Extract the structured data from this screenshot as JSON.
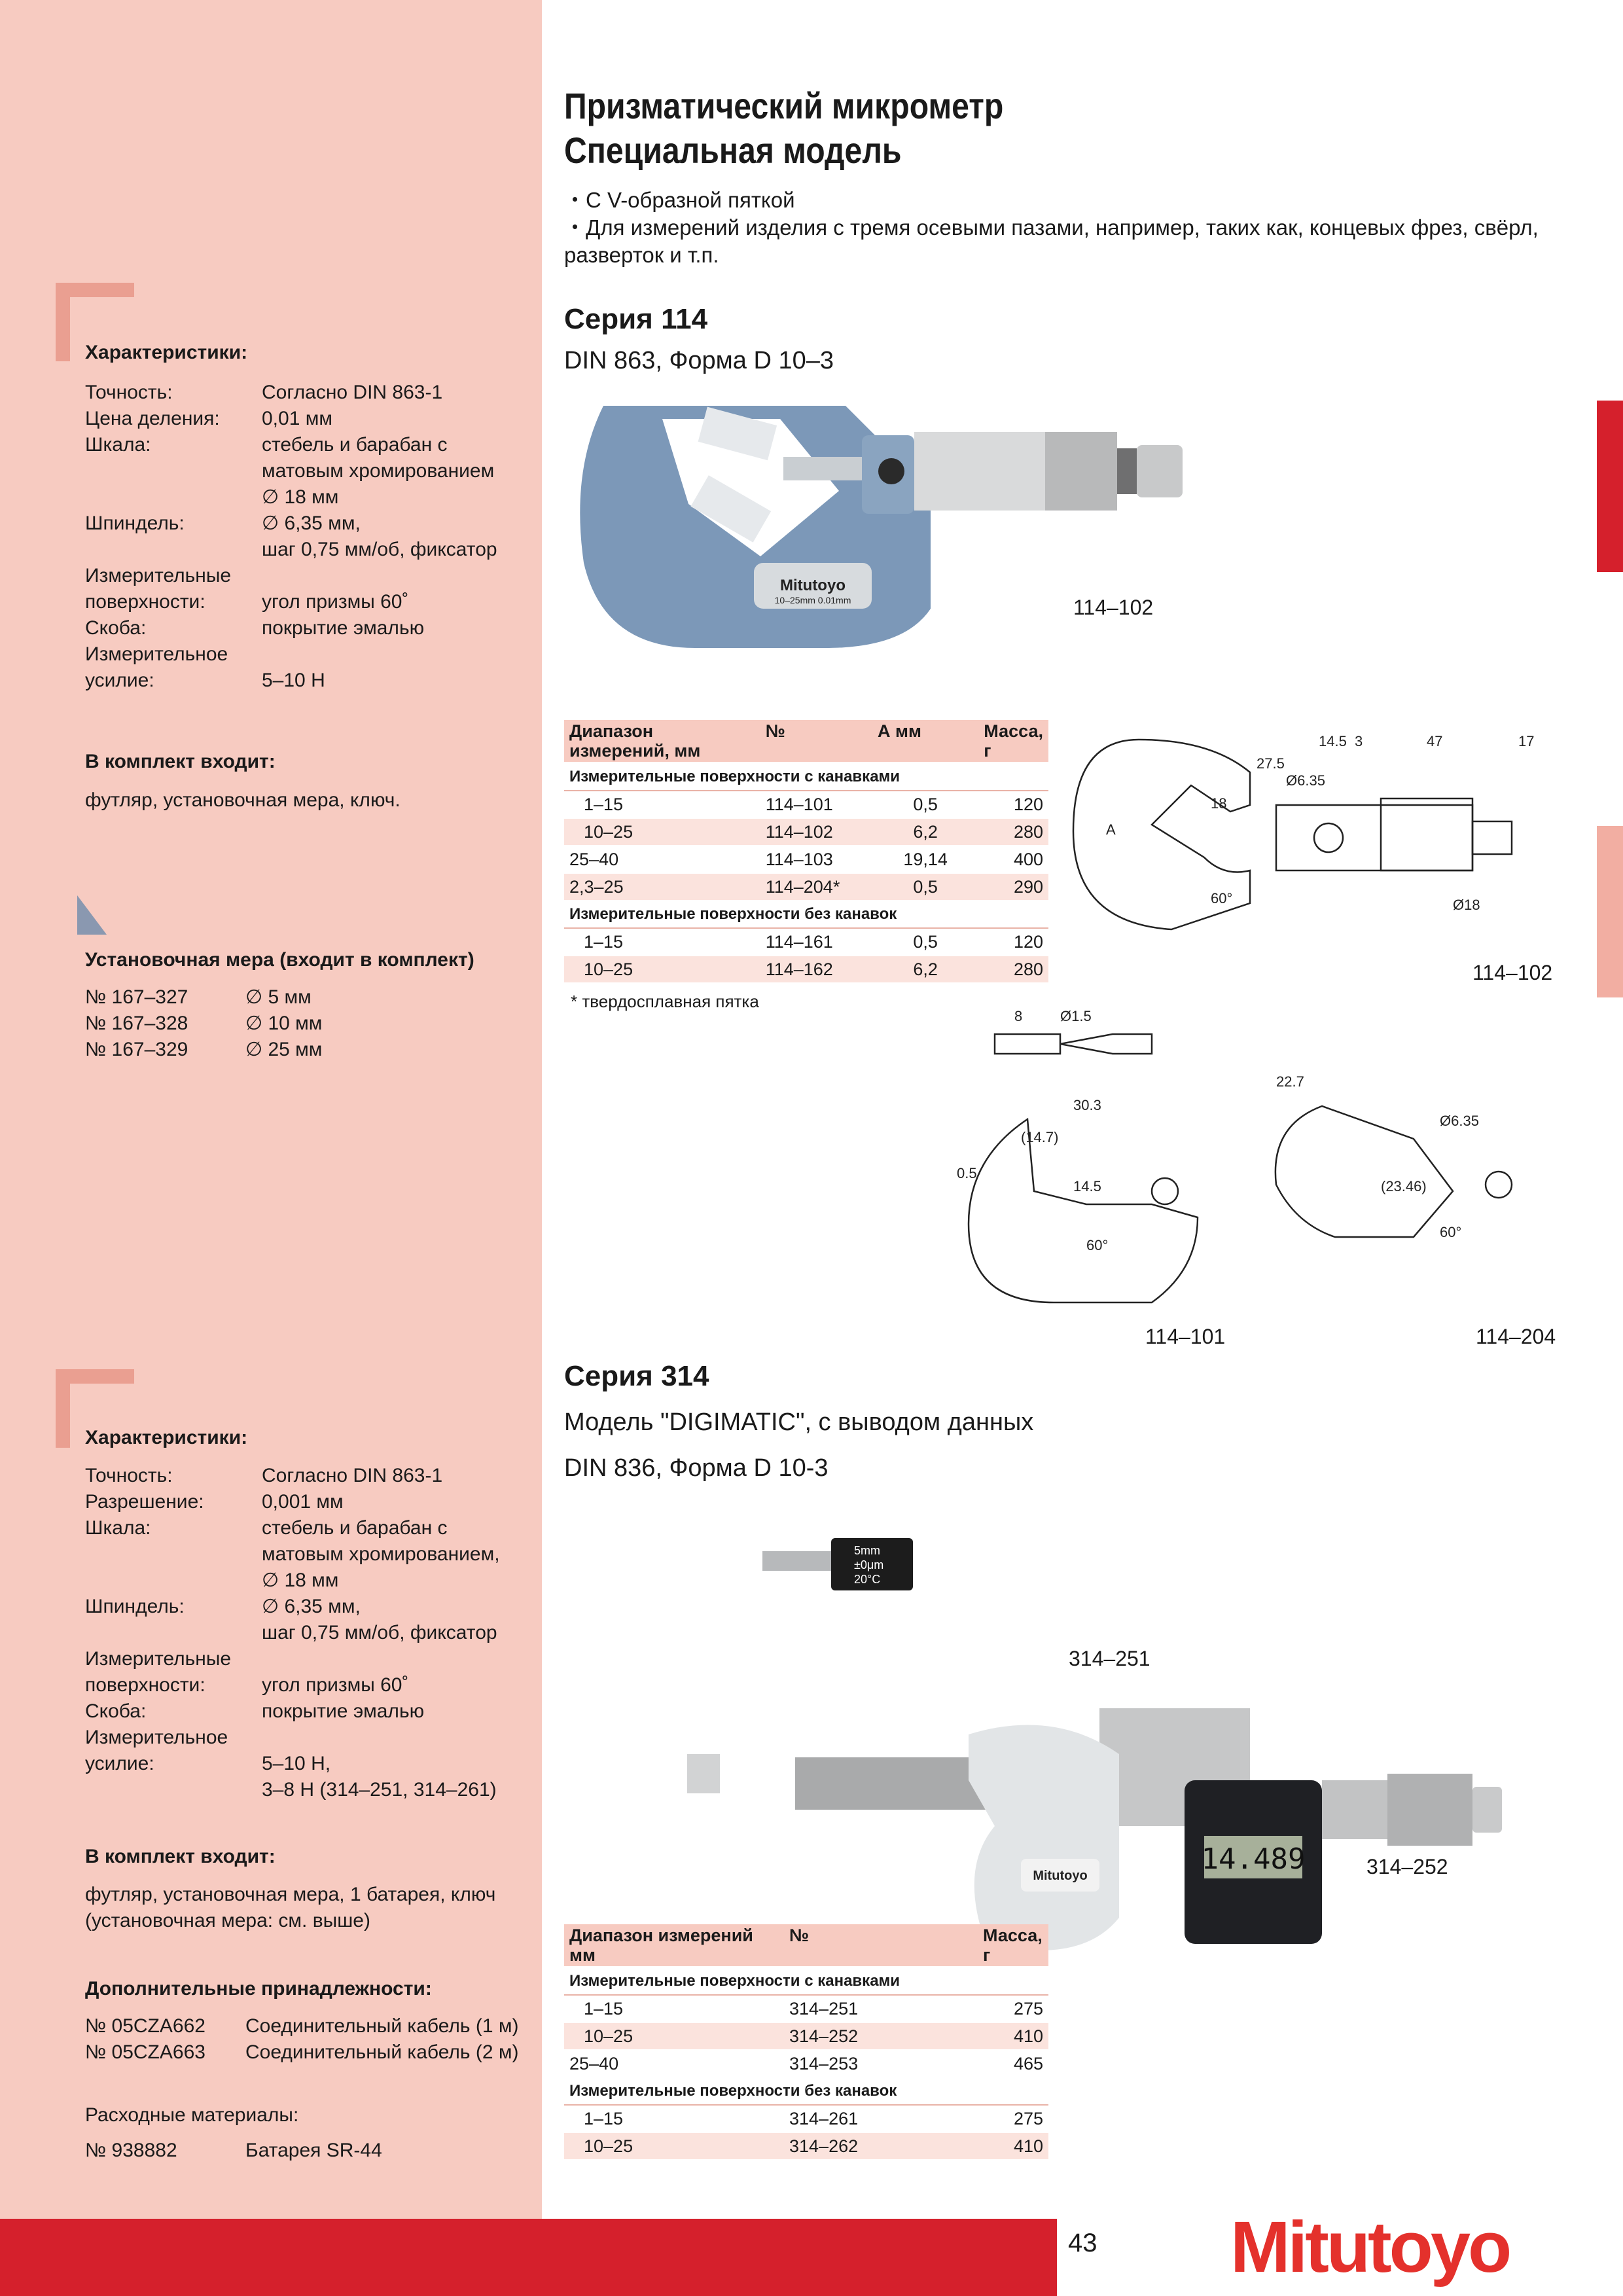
{
  "page": {
    "number": "43",
    "brand": "Mitutoyo"
  },
  "header": {
    "title_line1": "Призматический микрометр",
    "title_line2": "Специальная модель",
    "bullets": [
      "С V-образной пяткой",
      "Для измерений изделия с тремя осевыми пазами, например, таких как, концевых фрез, свёрл, разверток и т.п."
    ]
  },
  "series114": {
    "heading": "Серия 114",
    "subtitle": "DIN 863, Форма D 10–3",
    "photo_caption": "114–102",
    "scale_label": "10–25mm   0.01mm",
    "table": {
      "headers": [
        "Диапазон измерений, мм",
        "№",
        "А мм",
        "Масса, г"
      ],
      "section1": "Измерительные поверхности с канавками",
      "rows1": [
        [
          "1–15",
          "114–101",
          "0,5",
          "120"
        ],
        [
          "10–25",
          "114–102",
          "6,2",
          "280"
        ],
        [
          "25–40",
          "114–103",
          "19,14",
          "400"
        ],
        [
          "2,3–25",
          "114–204*",
          "0,5",
          "290"
        ]
      ],
      "section2": "Измерительные поверхности без канавок",
      "rows2": [
        [
          "1–15",
          "114–161",
          "0,5",
          "120"
        ],
        [
          "10–25",
          "114–162",
          "6,2",
          "280"
        ]
      ],
      "note": "* твердосплавная пятка"
    },
    "drawing_labels": {
      "main": "114–102",
      "d1": "114–101",
      "d2": "114–204",
      "dims": [
        "14.5",
        "3",
        "47",
        "17",
        "27.5",
        "18",
        "Ø6.35",
        "A",
        "60°",
        "Ø18",
        "8",
        "Ø1.5",
        "30.3",
        "(14.7)",
        "0.5",
        "14.5",
        "60°",
        "22.7",
        "Ø6.35",
        "(23.46)",
        "60°"
      ]
    }
  },
  "sidebar1": {
    "heading": "Характеристики:",
    "specs": [
      [
        "Точность:",
        "Согласно DIN 863-1"
      ],
      [
        "Цена деления:",
        "0,01 мм"
      ],
      [
        "Шкала:",
        "стебель и барабан с\nматовым хромированием\n∅ 18 мм"
      ],
      [
        "Шпиндель:",
        "∅ 6,35 мм,\nшаг 0,75 мм/об, фиксатор"
      ],
      [
        "Измерительные\nповерхности:",
        "\nугол призмы 60˚"
      ],
      [
        "Скоба:",
        "покрытие эмалью"
      ],
      [
        "Измерительное\nусилие:",
        "\n5–10 Н"
      ]
    ],
    "kit_heading": "В комплект входит:",
    "kit_text": "футляр, установочная мера, ключ.",
    "gauge_heading": "Установочная мера (входит в комплект)",
    "gauges": [
      [
        "№ 167–327",
        "∅  5 мм"
      ],
      [
        "№ 167–328",
        "∅ 10 мм"
      ],
      [
        "№ 167–329",
        "∅ 25 мм"
      ]
    ]
  },
  "series314": {
    "heading": "Серия 314",
    "subtitle1": "Модель \"DIGIMATIC\", с выводом данных",
    "subtitle2": "DIN 836, Форма D 10-3",
    "caption1": "314–251",
    "caption2": "314–252",
    "display": "14.489",
    "gauge_label": [
      "5mm",
      "±0μm",
      "20°C"
    ],
    "table": {
      "headers": [
        "Диапазон измерений мм",
        "№",
        "Масса, г"
      ],
      "section1": "Измерительные поверхности с канавками",
      "rows1": [
        [
          "1–15",
          "314–251",
          "275"
        ],
        [
          "10–25",
          "314–252",
          "410"
        ],
        [
          "25–40",
          "314–253",
          "465"
        ]
      ],
      "section2": "Измерительные поверхности без канавок",
      "rows2": [
        [
          "1–15",
          "314–261",
          "275"
        ],
        [
          "10–25",
          "314–262",
          "410"
        ]
      ]
    }
  },
  "sidebar2": {
    "heading": "Характеристики:",
    "specs": [
      [
        "Точность:",
        "Согласно DIN 863-1"
      ],
      [
        "Разрешение:",
        "0,001 мм"
      ],
      [
        "Шкала:",
        "стебель и барабан с\nматовым хромированием,\n∅ 18 мм"
      ],
      [
        "Шпиндель:",
        "∅ 6,35 мм,\nшаг 0,75 мм/об, фиксатор"
      ],
      [
        "Измерительные\nповерхности:",
        "\nугол призмы 60˚"
      ],
      [
        "Скоба:",
        "покрытие эмалью"
      ],
      [
        "Измерительное\nусилие:",
        "\n5–10 Н,\n3–8 Н (314–251, 314–261)"
      ]
    ],
    "kit_heading": "В комплект входит:",
    "kit_text": "футляр, установочная мера, 1 батарея, ключ\n(установочная мера: см. выше)",
    "acc_heading": "Дополнительные принадлежности:",
    "accessories": [
      [
        "№ 05CZA662",
        "Соединительный кабель (1 м)"
      ],
      [
        "№ 05CZA663",
        "Соединительный кабель (2 м)"
      ]
    ],
    "consumables_heading": "Расходные материалы:",
    "consumables": [
      [
        "№ 938882",
        "Батарея SR-44"
      ]
    ]
  },
  "colors": {
    "sidebar": "#f7cbc1",
    "accent": "#d5202c",
    "corner": "#ea9f91",
    "logo": "#e4312c"
  }
}
